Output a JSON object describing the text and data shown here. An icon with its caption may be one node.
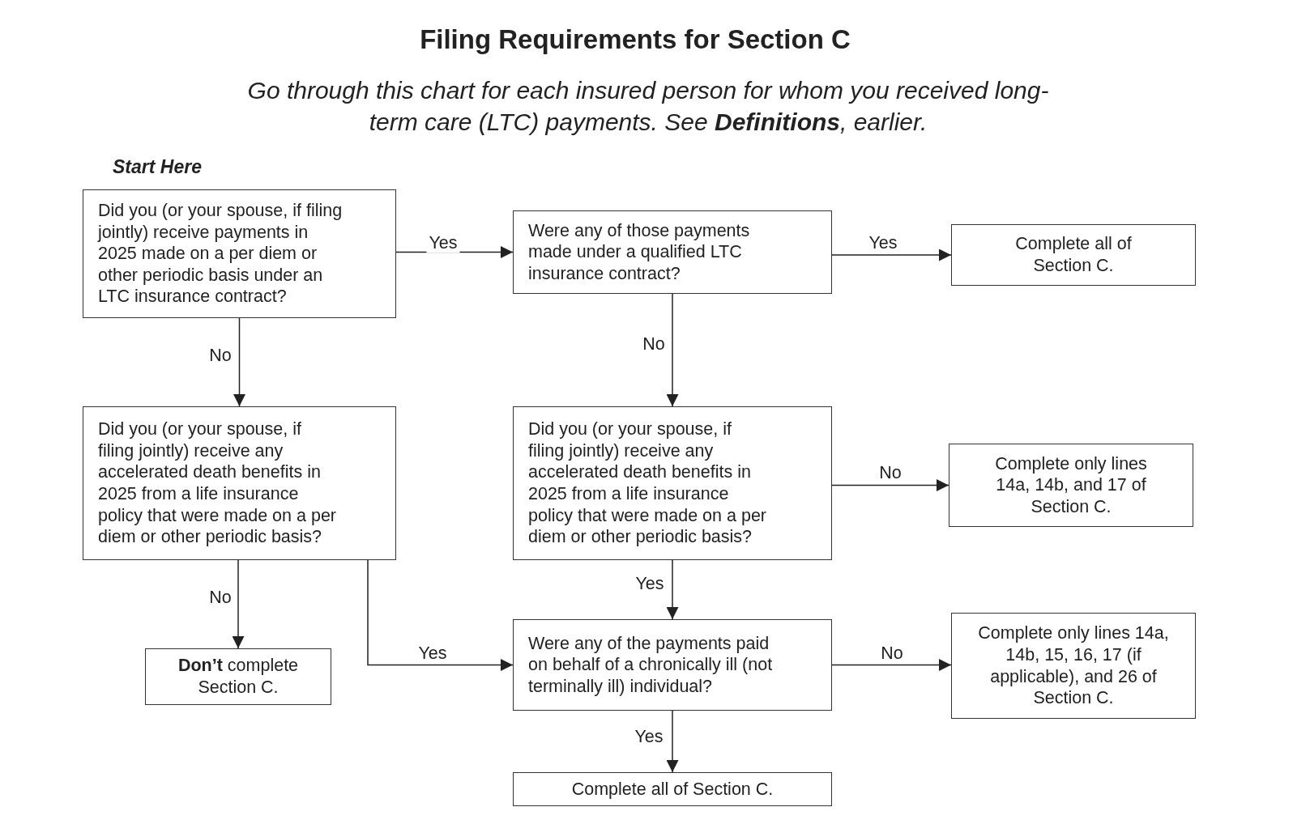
{
  "diagram": {
    "title": "Filing Requirements for Section C",
    "caption": "Go through this chart for each insured person for whom you received long-term care (LTC) payments. See **Definitions**, earlier.",
    "nodes": [
      {
        "text": [
          "Did you (or your spouse, if filing jointly) receive payments in 2025 made on a per diem or other periodic basis under an LTC insurance contract?"
        ],
        "beside": [
          "Start Here"
        ]
      },
      {
        "text": [
          "Were any of those payments made under a qualified LTC insurance contract?"
        ]
      },
      {
        "text": [
          "Complete all of Section C."
        ]
      },
      {
        "text": [
          "Did you (or your spouse, if filing jointly) receive any accelerated death benefits in 2025 from a life insurance policy that were made on a per diem or other periodic basis?"
        ]
      },
      {
        "text": [
          "Did you (or your spouse, if filing jointly) receive any accelerated death benefits in 2025 from a life insurance policy that were made on a per diem or other periodic basis?"
        ]
      },
      {
        "text": [
          "Complete only lines 14a, 14b, and 17 of Section C."
        ]
      },
      {
        "text": [
          "**Don’t** complete Section C."
        ]
      },
      {
        "text": [
          "Were any of the payments paid on behalf of a chronically ill (not terminally ill) individual?"
        ]
      },
      {
        "text": [
          "Complete only lines 14a, 14b, 15, 16, 17 (if applicable), and 26 of Section C."
        ]
      },
      {
        "text": [
          "Complete all of Section C."
        ]
      }
    ],
    "edges": [
      {
        "from": 0,
        "to": 1,
        "arrow": "to",
        "label": "Yes"
      },
      {
        "from": 1,
        "to": 2,
        "arrow": "to",
        "label": "Yes"
      },
      {
        "from": 0,
        "to": 3,
        "arrow": "to",
        "label": "No"
      },
      {
        "from": 1,
        "to": 4,
        "arrow": "to",
        "label": "No"
      },
      {
        "from": 4,
        "to": 5,
        "arrow": "to",
        "label": "No"
      },
      {
        "from": 3,
        "to": 6,
        "arrow": "to",
        "label": "No"
      },
      {
        "from": 3,
        "to": 7,
        "arrow": "to",
        "label": "Yes"
      },
      {
        "from": 4,
        "to": 7,
        "arrow": "to",
        "label": "Yes"
      },
      {
        "from": 7,
        "to": 8,
        "arrow": "to",
        "label": "No"
      },
      {
        "from": 7,
        "to": 9,
        "arrow": "to",
        "label": "Yes"
      }
    ]
  }
}
